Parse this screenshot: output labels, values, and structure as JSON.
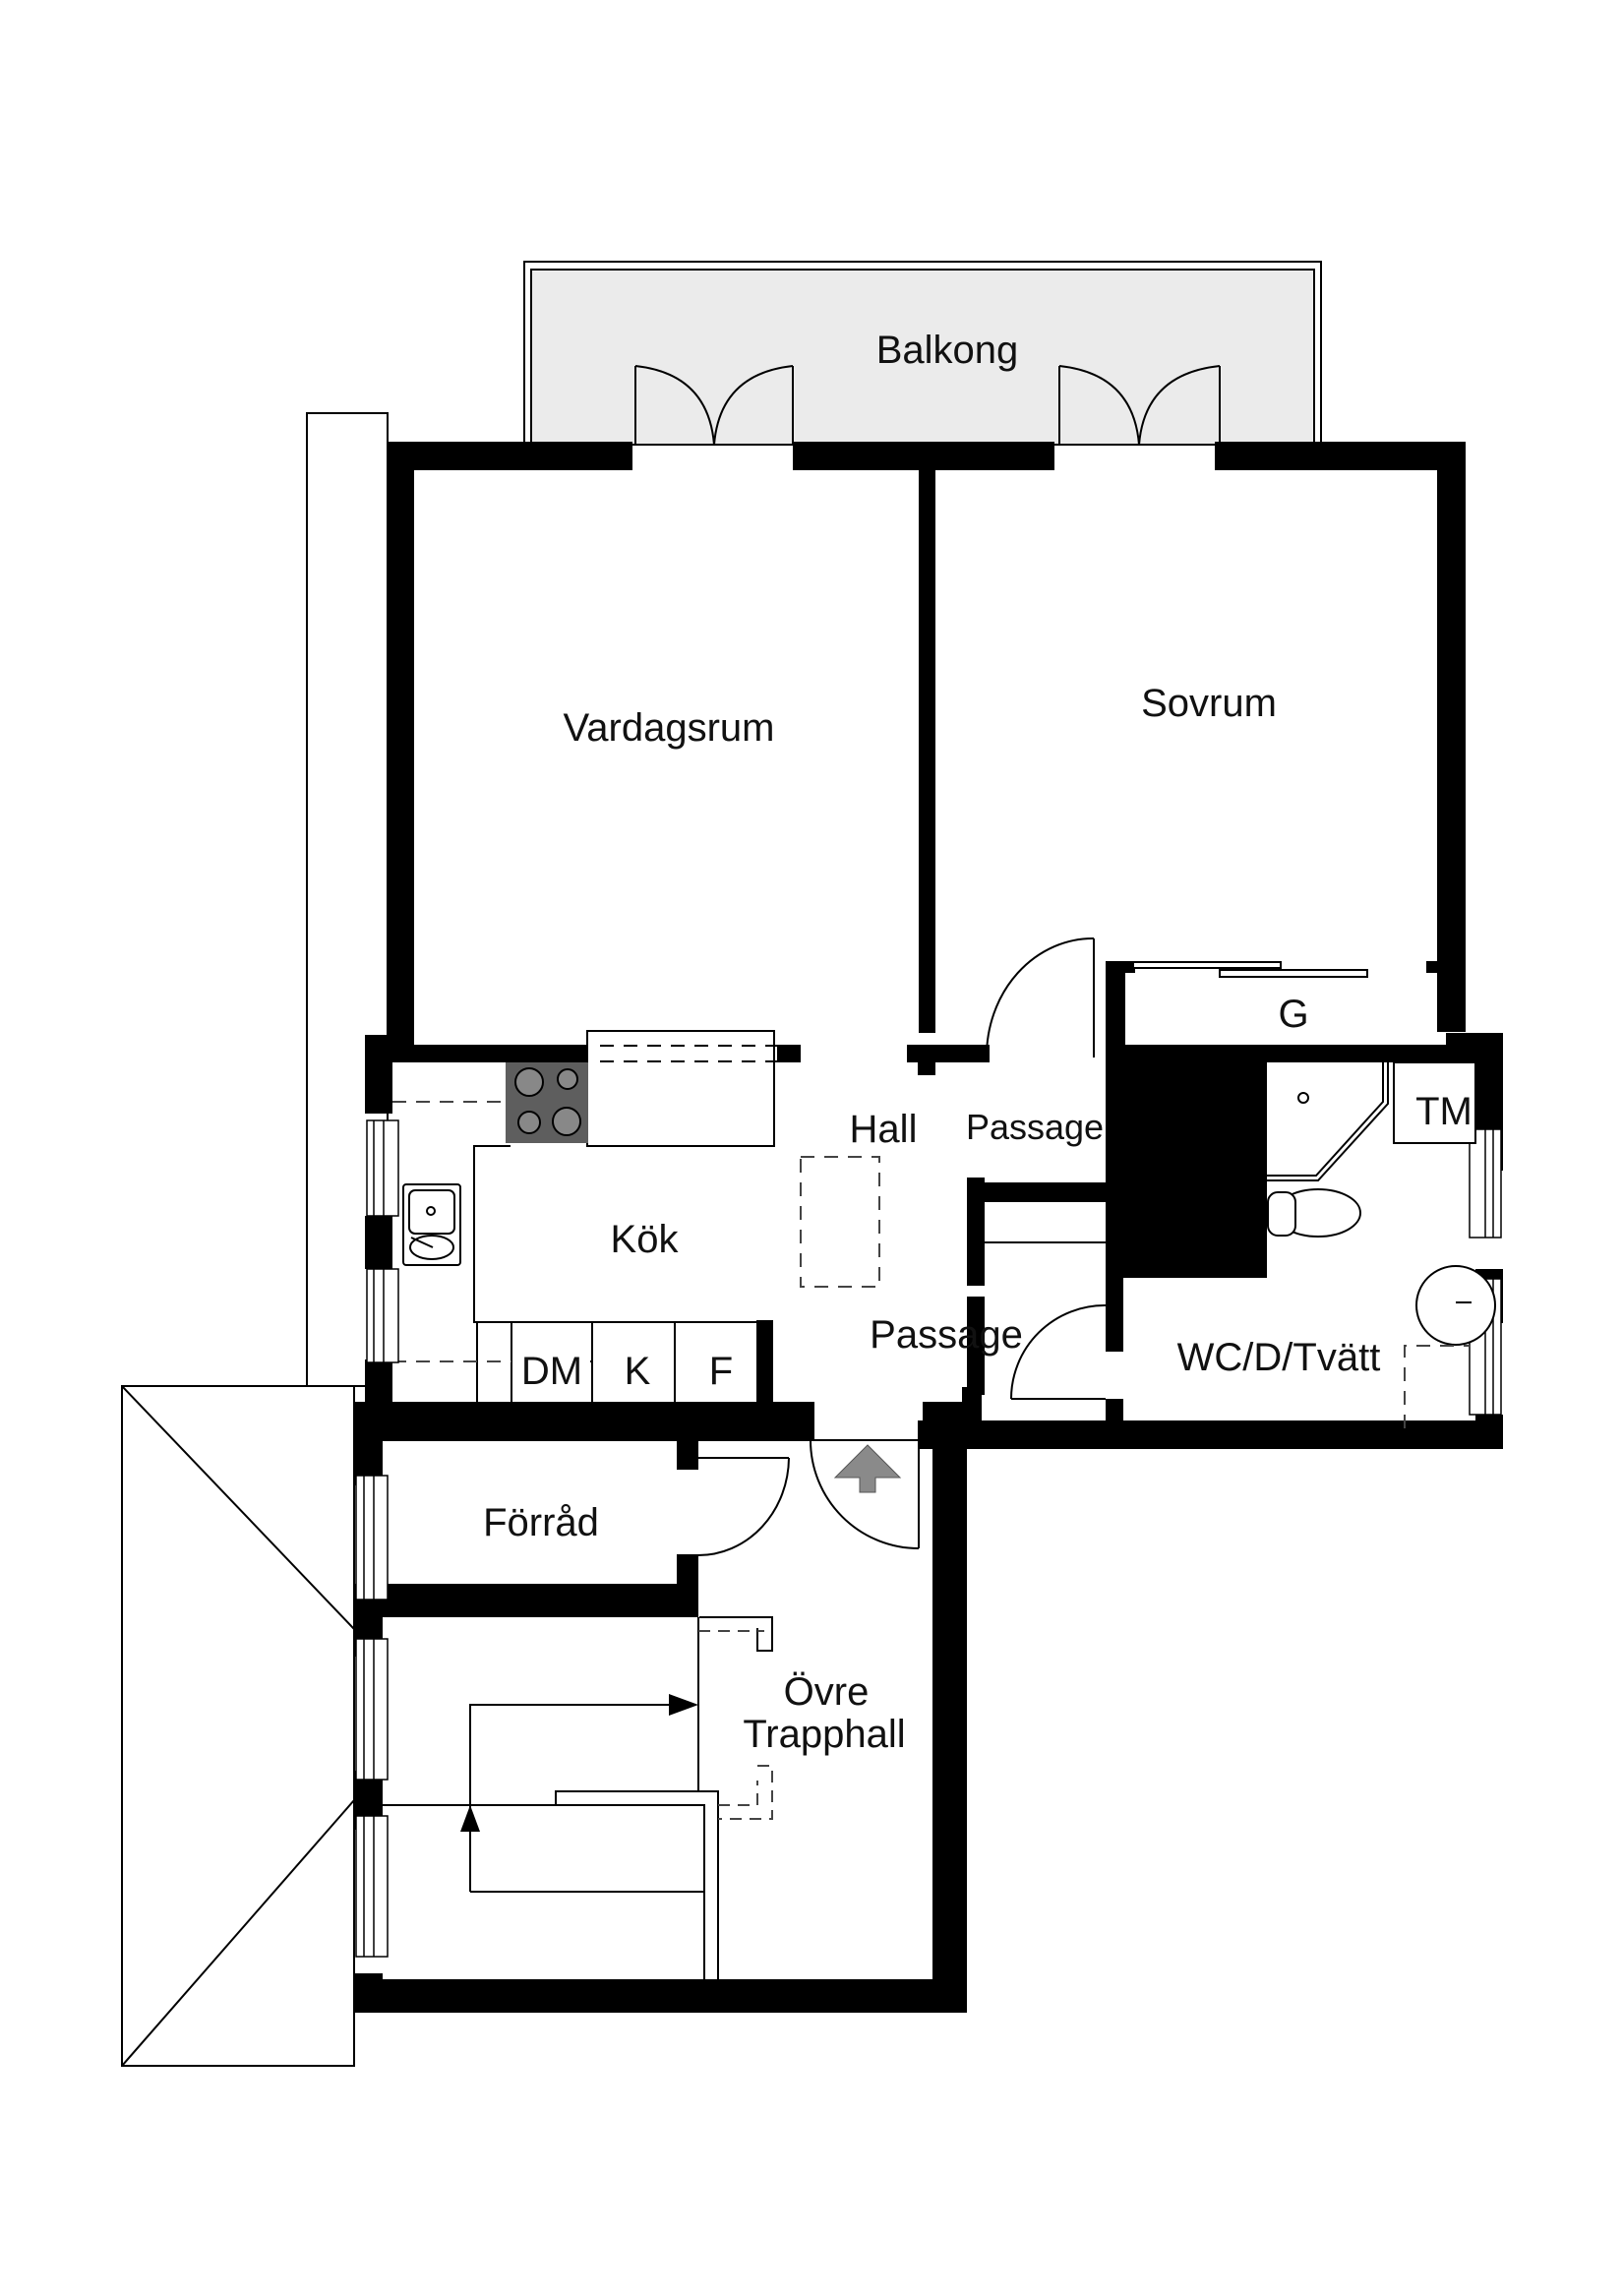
{
  "plan": {
    "title": "Floor plan",
    "colors": {
      "wall": "#000000",
      "balcony_fill": "#ebebeb",
      "stove_fill": "#5e5e5e",
      "arrow_fill": "#8a8a8a"
    },
    "rooms": [
      {
        "id": "balkong",
        "label": "Balkong"
      },
      {
        "id": "vardagsrum",
        "label": "Vardagsrum"
      },
      {
        "id": "sovrum",
        "label": "Sovrum"
      },
      {
        "id": "g",
        "label": "G"
      },
      {
        "id": "hall",
        "label": "Hall"
      },
      {
        "id": "passage_upper",
        "label": "Passage"
      },
      {
        "id": "tm",
        "label": "TM"
      },
      {
        "id": "kok",
        "label": "Kök"
      },
      {
        "id": "dm",
        "label": "DM"
      },
      {
        "id": "k",
        "label": "K"
      },
      {
        "id": "f",
        "label": "F"
      },
      {
        "id": "passage_lower",
        "label": "Passage"
      },
      {
        "id": "wc",
        "label": "WC/D/Tvätt"
      },
      {
        "id": "forrad",
        "label": "Förråd"
      },
      {
        "id": "trapphall_1",
        "label": "Övre"
      },
      {
        "id": "trapphall_2",
        "label": "Trapphall"
      }
    ],
    "icons": [
      "door-swing-icon",
      "window-icon",
      "stove-icon",
      "sink-icon",
      "toilet-icon",
      "shower-icon",
      "washbasin-icon",
      "entrance-arrow-icon",
      "stair-arrow-icon"
    ]
  }
}
